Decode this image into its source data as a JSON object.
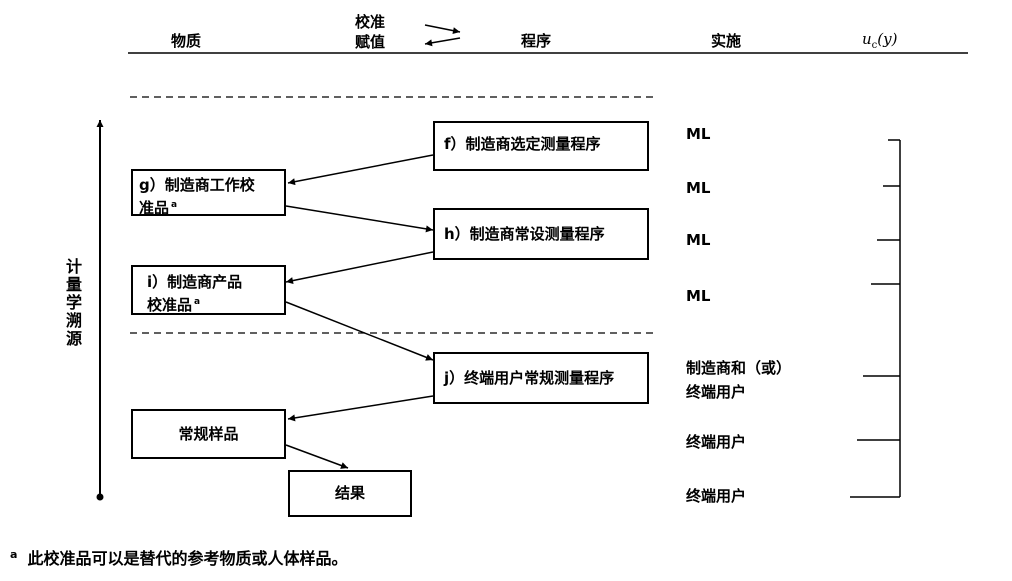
{
  "header": {
    "substance": "物质",
    "calibration": "校准",
    "value_assignment": "赋值",
    "procedure": "程序",
    "implementation": "实施",
    "uncertainty_symbol": "u",
    "uncertainty_subscript": "c",
    "uncertainty_arg": "(y)"
  },
  "side_label": "计量学溯源",
  "procedures": {
    "f": "f）制造商选定测量程序",
    "h": "h）制造商常设测量程序",
    "j": "j）终端用户常规测量程序"
  },
  "materials": {
    "g_line1": "g）制造商工作校",
    "g_line2": "准品",
    "i_line1": "i）制造商产品",
    "i_line2": "校准品",
    "sample": "常规样品",
    "result": "结果",
    "footnote_mark": "a"
  },
  "implementers": [
    "ML",
    "ML",
    "ML",
    "ML",
    "制造商和（或）",
    "终端用户",
    "终端用户",
    "终端用户"
  ],
  "footnote": {
    "mark": "a",
    "text": "此校准品可以是替代的参考物质或人体样品。"
  }
}
